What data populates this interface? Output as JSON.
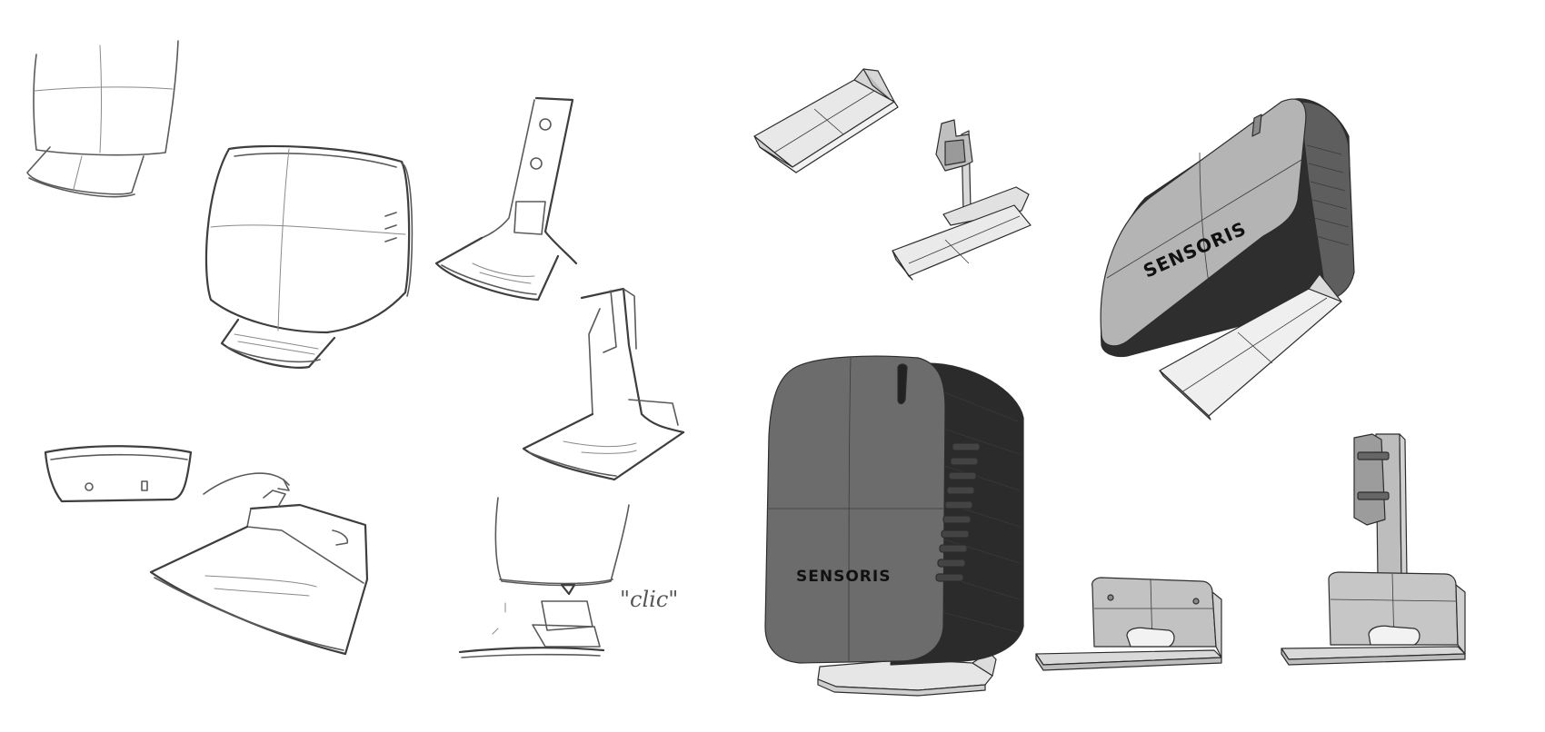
{
  "sketches": {
    "annotation_text": "\"clic\""
  },
  "renders": {
    "brand_front": "SENSORIS",
    "brand_top": "SENSORIS"
  },
  "colors": {
    "pencil": "#5a5a5a",
    "render_dark": "#6c6c6c",
    "render_light": "#e6e6e6",
    "render_mid": "#bdbdbd",
    "outline": "#2d2d2d"
  }
}
